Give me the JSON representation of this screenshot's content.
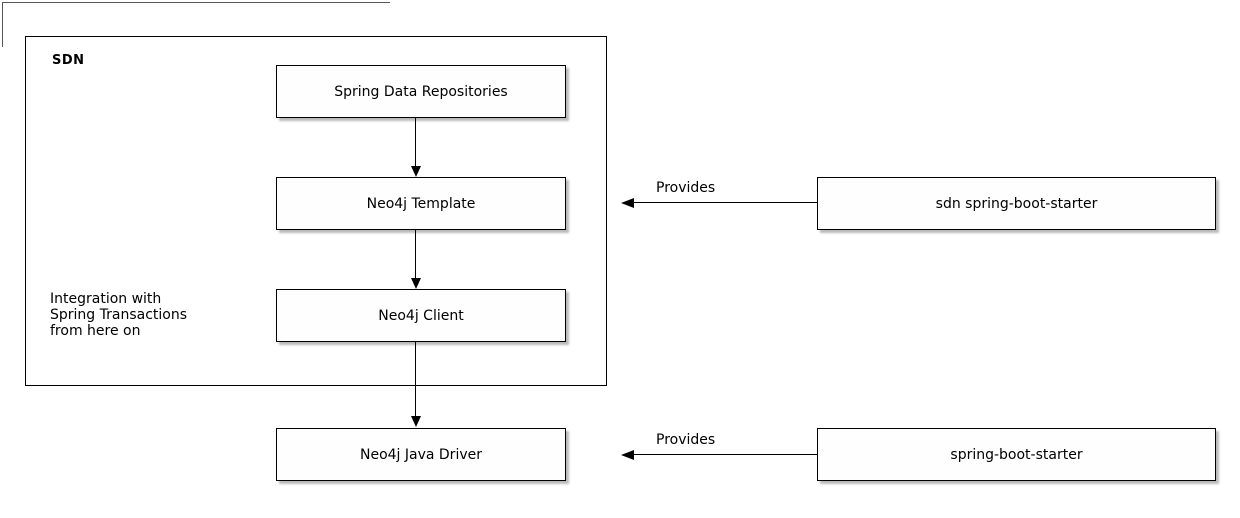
{
  "diagram": {
    "frame": {
      "label": "SDN"
    },
    "side_note": {
      "line1": "Integration with",
      "line2": "Spring Transactions",
      "line3": "from here on"
    },
    "nodes": {
      "spring_data_repositories": {
        "label": "Spring Data Repositories"
      },
      "neo4j_template": {
        "label": "Neo4j Template"
      },
      "neo4j_client": {
        "label": "Neo4j Client"
      },
      "neo4j_java_driver": {
        "label": "Neo4j Java Driver"
      },
      "sdn_spring_boot_starter": {
        "label": "sdn spring-boot-starter"
      },
      "spring_boot_starter": {
        "label": "spring-boot-starter"
      }
    },
    "edges": {
      "repositories_to_template": {
        "label": ""
      },
      "template_to_client": {
        "label": ""
      },
      "client_to_driver": {
        "label": ""
      },
      "provides_top": {
        "label": "Provides"
      },
      "provides_bottom": {
        "label": "Provides"
      }
    },
    "colors": {
      "line": "#000000",
      "box_fill": "#fefefe",
      "box_shadow": "#828282",
      "background": "#ffffff"
    }
  }
}
